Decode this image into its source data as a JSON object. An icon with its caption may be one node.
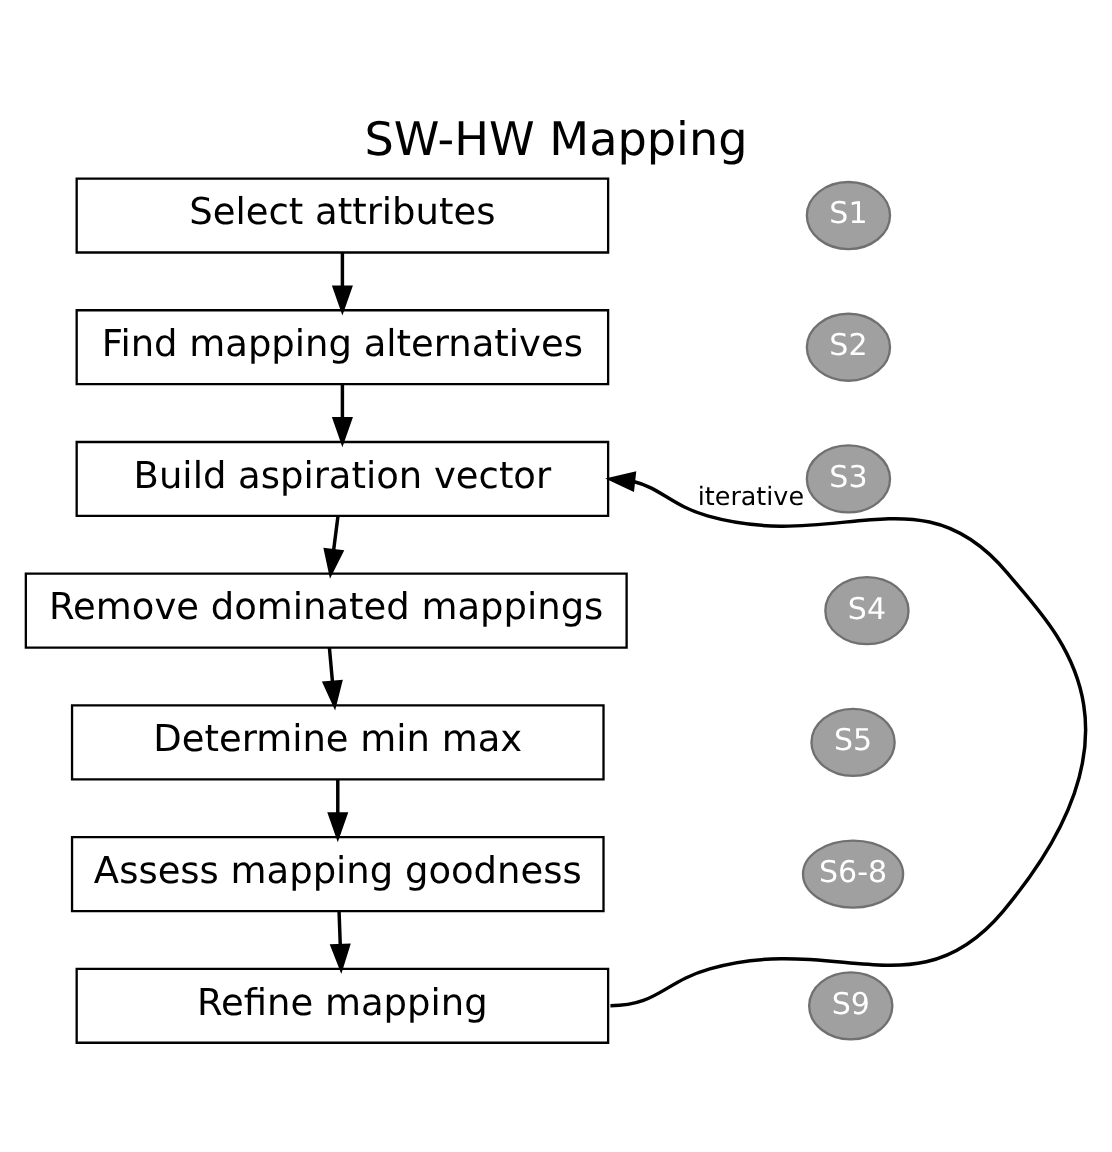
{
  "diagram": {
    "title": "SW-HW Mapping",
    "nodes": [
      {
        "text": [
          "Select attributes"
        ]
      },
      {
        "text": [
          "Find mapping alternatives"
        ]
      },
      {
        "text": [
          "Build aspiration vector"
        ]
      },
      {
        "text": [
          "Remove dominated mappings"
        ]
      },
      {
        "text": [
          "Determine min max"
        ]
      },
      {
        "text": [
          "Assess mapping goodness"
        ]
      },
      {
        "text": [
          "Refine mapping"
        ]
      },
      {
        "text": [
          "S1"
        ]
      },
      {
        "text": [
          "S2"
        ]
      },
      {
        "text": [
          "S3"
        ]
      },
      {
        "text": [
          "S4"
        ]
      },
      {
        "text": [
          "S5"
        ]
      },
      {
        "text": [
          "S6-8"
        ]
      },
      {
        "text": [
          "S9"
        ]
      }
    ],
    "edges": [
      {
        "from": 0,
        "to": 1,
        "arrow": "to"
      },
      {
        "from": 1,
        "to": 2,
        "arrow": "to"
      },
      {
        "from": 2,
        "to": 3,
        "arrow": "to"
      },
      {
        "from": 3,
        "to": 4,
        "arrow": "to"
      },
      {
        "from": 4,
        "to": 5,
        "arrow": "to"
      },
      {
        "from": 5,
        "to": 6,
        "arrow": "to"
      },
      {
        "from": 6,
        "to": 2,
        "arrow": "to",
        "label": "iterative"
      }
    ]
  }
}
